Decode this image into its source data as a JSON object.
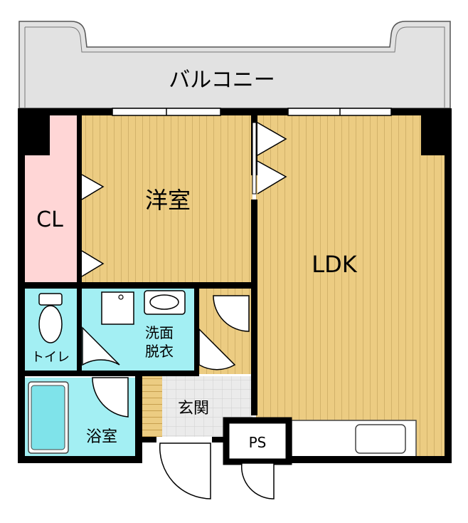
{
  "floorplan": {
    "rooms": {
      "balcony": "バルコニー",
      "closet": "CL",
      "western_room": "洋室",
      "ldk": "LDK",
      "toilet": "トイレ",
      "washroom_line1": "洗面",
      "washroom_line2": "脱衣",
      "entrance": "玄関",
      "bathroom": "浴室",
      "pipe_space": "PS"
    },
    "colors": {
      "wall": "#000000",
      "floor_wood": "#ECCC82",
      "floor_wood_line": "#D2B26A",
      "balcony": "#E2E2E2",
      "closet": "#FFD6D6",
      "wet_area": "#A3EFF3",
      "entrance_tile": "#EBEBEB",
      "bathtub": "#7FE3EA"
    }
  }
}
